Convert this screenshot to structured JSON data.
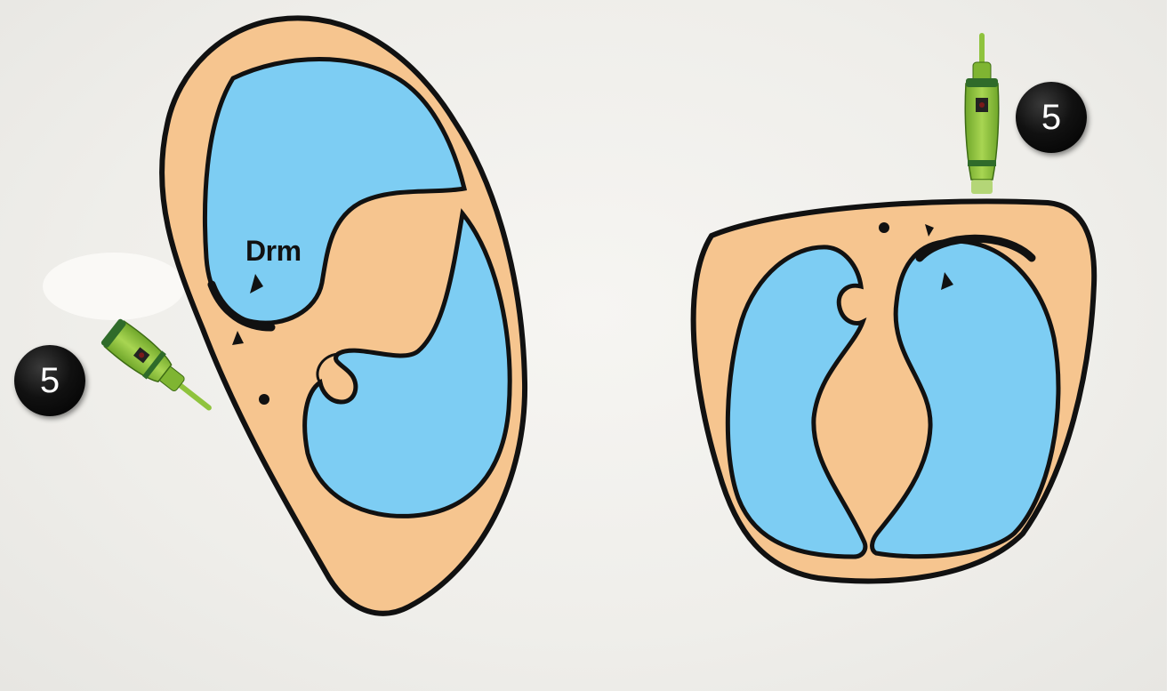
{
  "labels": {
    "drm": "Drm",
    "probe_left_number": "5",
    "probe_right_number": "5"
  },
  "colors": {
    "background": "#f0efec",
    "tissue": "#f6c58f",
    "cavity": "#7dcdf3",
    "outline": "#111111",
    "probe_green": "#8fc33d",
    "badge": "#000000"
  },
  "icons": {
    "probe": "ultrasound-probe-icon",
    "marker": "arrowhead-marker-icon",
    "dot": "dot-marker-icon"
  }
}
